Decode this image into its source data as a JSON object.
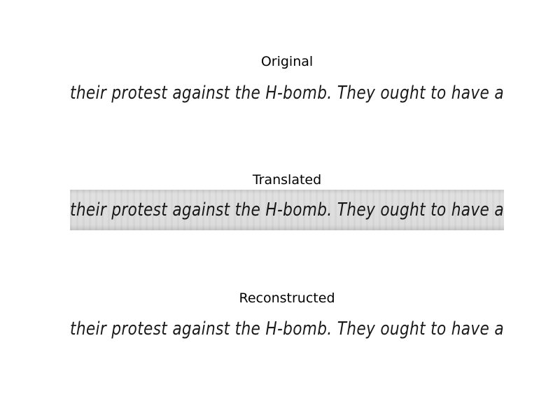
{
  "panels": [
    {
      "title": "Original",
      "text": "their protest against the H-bomb. They ought to have a"
    },
    {
      "title": "Translated",
      "text": "their protest against the H-bomb. They ought to have a"
    },
    {
      "title": "Reconstructed",
      "text": "their protest against the H-bomb. They ought to have a"
    }
  ]
}
